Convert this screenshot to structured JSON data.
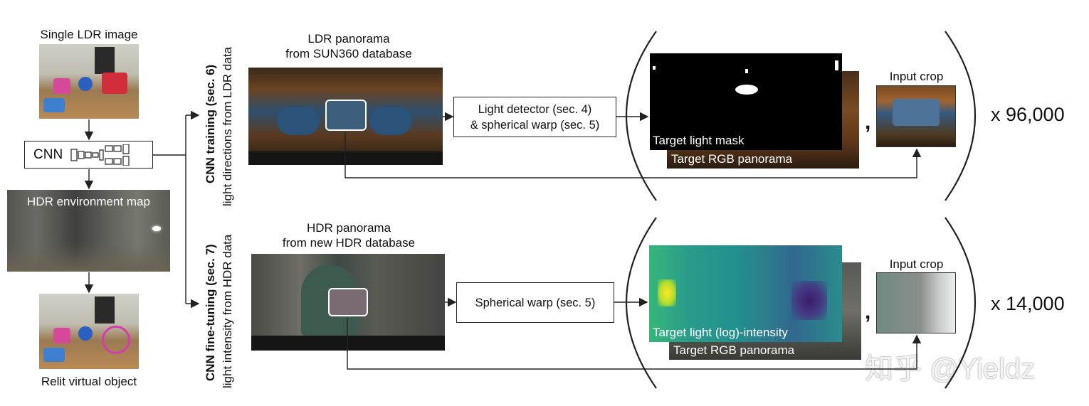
{
  "left": {
    "input_label": "Single LDR image",
    "cnn_label": "CNN",
    "env_map_label": "HDR environment map",
    "output_label": "Relit virtual object"
  },
  "top_row": {
    "side_title": "CNN training (sec. 6)",
    "side_subtitle": "light directions from LDR data",
    "panorama_label_line1": "LDR panorama",
    "panorama_label_line2": "from SUN360 database",
    "process_line1": "Light detector (sec. 4)",
    "process_line2": "& spherical warp (sec. 5)",
    "mask_caption": "Target light mask",
    "rgb_caption": "Target RGB panorama",
    "crop_label": "Input crop",
    "multiplier": "x 96,000"
  },
  "bottom_row": {
    "side_title": "CNN fine-tuning (sec. 7)",
    "side_subtitle": "light intensity from HDR data",
    "panorama_label_line1": "HDR panorama",
    "panorama_label_line2": "from new HDR database",
    "process_line1": "Spherical warp (sec. 5)",
    "intensity_caption": "Target light (log)-intensity",
    "rgb_caption": "Target RGB panorama",
    "crop_label": "Input crop",
    "multiplier": "x 14,000"
  },
  "watermark": "知乎 @Yieldz",
  "colors": {
    "stroke": "#222222",
    "viridis_low": "#3b1d6e",
    "viridis_high": "#fde725"
  }
}
